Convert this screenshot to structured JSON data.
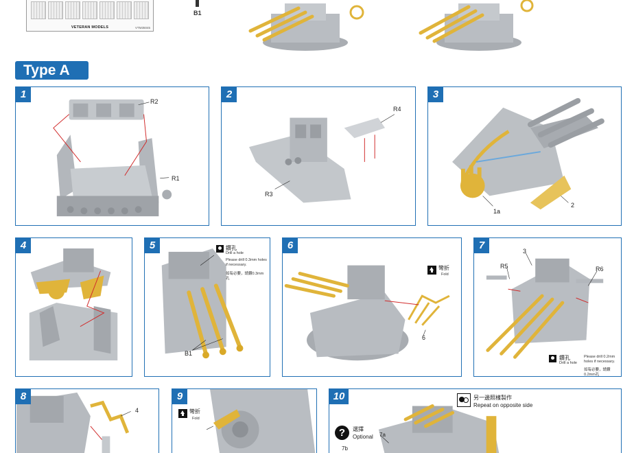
{
  "top": {
    "brand": "VETERAN MODELS",
    "code": "VTM35045",
    "b1_label": "B1"
  },
  "type_banner": "Type A",
  "steps": {
    "s1": {
      "num": "1",
      "r2": "R2",
      "r1": "R1"
    },
    "s2": {
      "num": "2",
      "r4": "R4",
      "r3": "R3"
    },
    "s3": {
      "num": "3",
      "p1a": "1a",
      "p2": "2"
    },
    "s4": {
      "num": "4"
    },
    "s5": {
      "num": "5",
      "drill_cn": "鑽孔",
      "drill_en": "Drill a hole",
      "note_en": "Please drill 0.3mm holes if necessary.",
      "note_cn": "如有必要，請鑽0.3mm孔",
      "b1": "B1"
    },
    "s6": {
      "num": "6",
      "fold_cn": "彎折",
      "fold_en": "Fold",
      "p6": "6"
    },
    "s7": {
      "num": "7",
      "r5": "R5",
      "p3": "3",
      "r6": "R6",
      "drill_cn": "鑽孔",
      "drill_en": "Drill a hole",
      "note_en": "Please drill 0.2mm holes if necessary.",
      "note_cn": "如有必要，請鑽0.2mm孔"
    },
    "s8": {
      "num": "8",
      "p4": "4"
    },
    "s9": {
      "num": "9",
      "fold_cn": "彎折",
      "fold_en": "Fold"
    },
    "s10": {
      "num": "10",
      "repeat_cn": "另一邊照樣製作",
      "repeat_en": "Repeat on opposite side",
      "option_cn": "選擇",
      "option_en": "Optional",
      "p7a": "7a",
      "p7b": "7b"
    }
  },
  "colors": {
    "frame": "#1f6fb4",
    "grey_part": "#b9bdc2",
    "brass": "#e0b43a",
    "guide_line": "#d12b2b"
  }
}
